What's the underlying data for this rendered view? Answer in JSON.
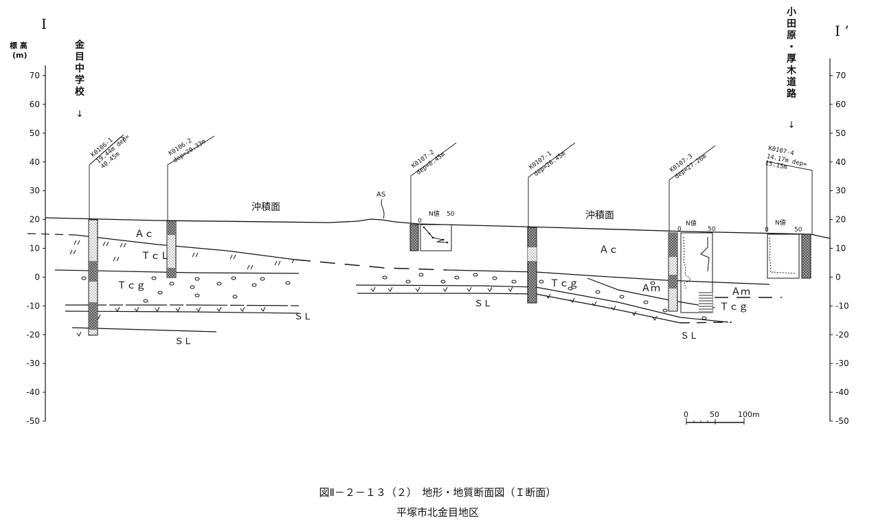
{
  "section_mark_left": "I",
  "section_mark_right": "I ’",
  "axis": {
    "title_left_line1": "標 高",
    "title_left_line2": "(m)",
    "ticks": [
      "70",
      "60",
      "50",
      "40",
      "30",
      "20",
      "10",
      "0",
      "-10",
      "-20",
      "-30",
      "-40",
      "-50"
    ],
    "tick_values": [
      70,
      60,
      50,
      40,
      30,
      20,
      10,
      0,
      -10,
      -20,
      -30,
      -40,
      -50
    ],
    "range": [
      -50,
      70
    ]
  },
  "landmarks": {
    "left_chars": [
      "金",
      "目",
      "中",
      "学",
      "校"
    ],
    "right_chars": [
      "小",
      "田",
      "原",
      "・",
      "厚",
      "木",
      "道",
      "路"
    ],
    "arrow": "↓"
  },
  "boreholes": [
    {
      "id": "K0106-1",
      "info1": "19.44m dep=",
      "info2": "40.45m"
    },
    {
      "id": "K0106-2",
      "info1": "dep=20.33m",
      "info2": ""
    },
    {
      "id": "K0107-2",
      "info1": "dep=8.45m",
      "info2": ""
    },
    {
      "id": "K0107-1",
      "info1": "dep=26.45m",
      "info2": ""
    },
    {
      "id": "K0107-3",
      "info1": "dep=27.26m",
      "info2": ""
    },
    {
      "id": "K0107-4",
      "info1": "14.17m dep=",
      "info2": "15.15m"
    }
  ],
  "nchart": {
    "label": "N値",
    "zero": "0",
    "fifty": "50"
  },
  "labels": {
    "surface1": "沖積面",
    "surface2": "沖積面",
    "as": "AS",
    "ac1": "Ａｃ",
    "ac2": "Ａｃ",
    "tcl": "ＴｃＬ",
    "tcg1": "Ｔｃｇ",
    "tcg2": "Ｔｃｇ",
    "tcg3": "Ｔｃｇ",
    "am1": "Ａｍ",
    "am2": "Ａｍ",
    "sl1": "ＳＬ",
    "sl2": "ＳＬ",
    "sl3": "ＳＬ",
    "sl4": "ＳＬ"
  },
  "scale_bar": {
    "t0": "0",
    "t1": "50",
    "t2": "100m"
  },
  "caption": {
    "line1": "図Ⅱ－２－１３（２）　地形・地質断面図（Ｉ断面）",
    "line2": "平塚市北金目地区"
  }
}
